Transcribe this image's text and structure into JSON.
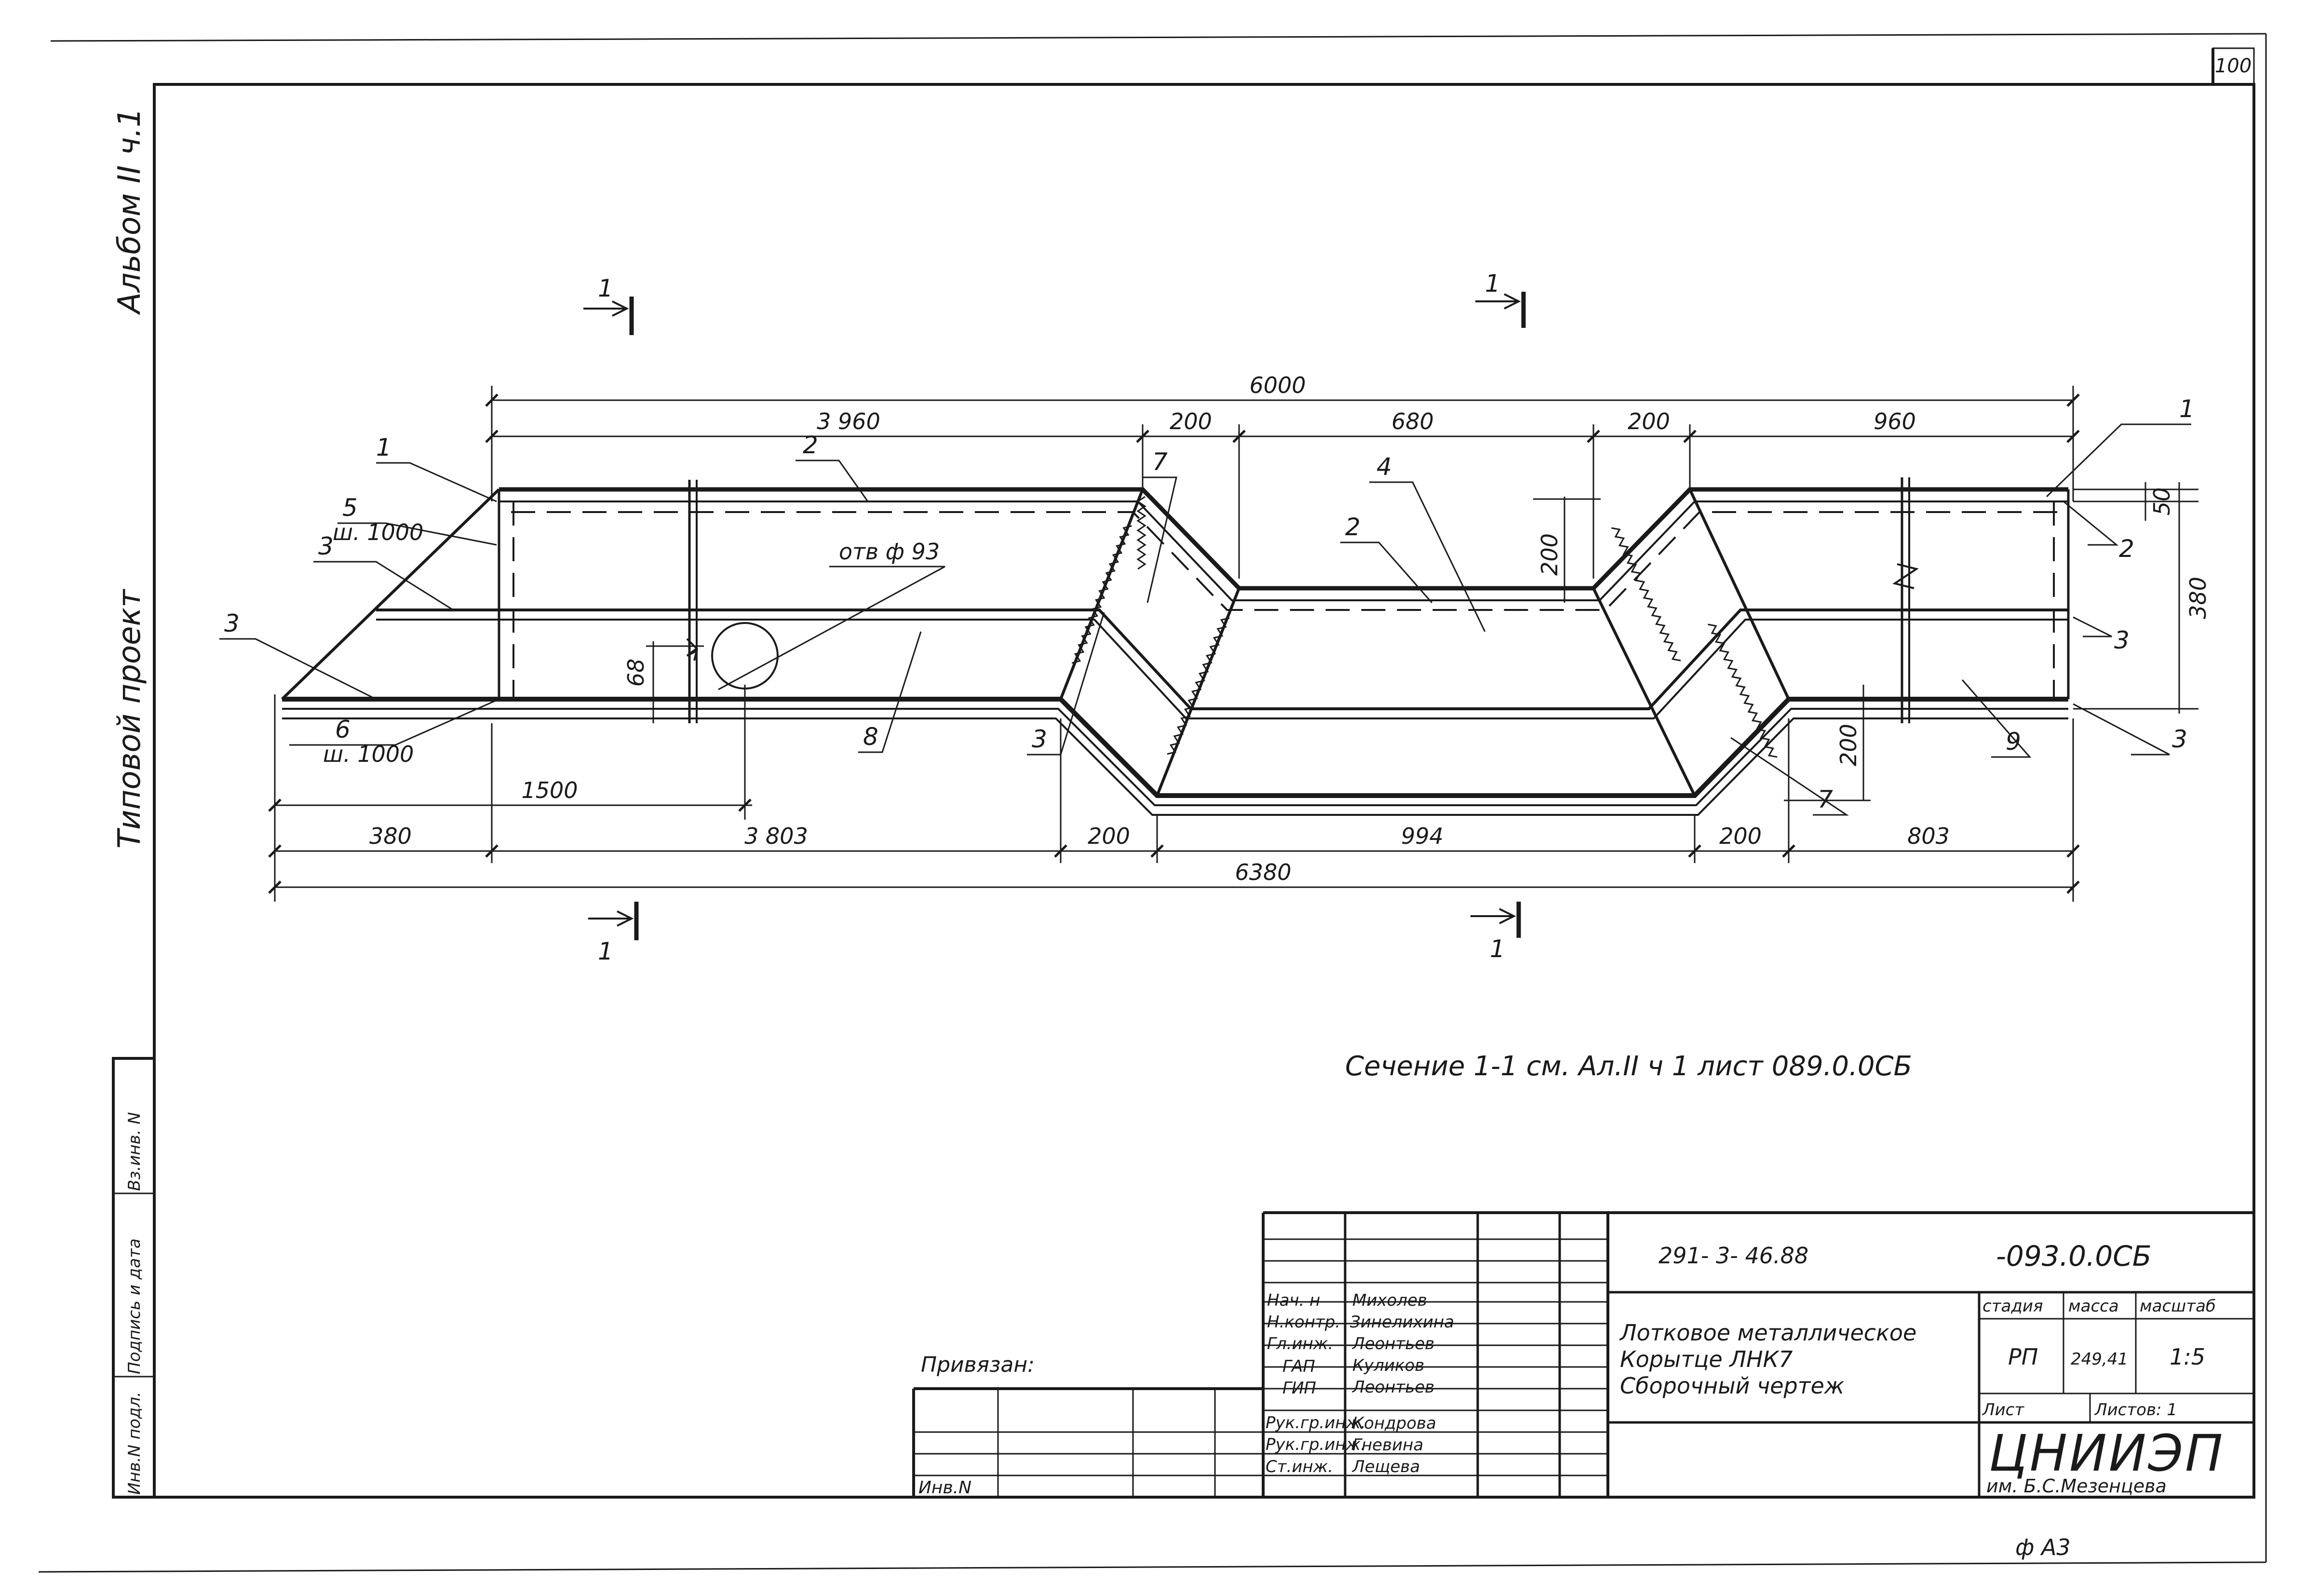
{
  "sheet": {
    "page_number": "100",
    "bottom_format": "ф A3"
  },
  "side_stamp": {
    "album": "Альбом II ч.1",
    "project": "Типовой проект",
    "cells": [
      "Инв.N подл.",
      "Подпись и дата",
      "Вз.инв. N"
    ]
  },
  "drawing": {
    "section_marks": [
      "1",
      "1",
      "1",
      "1"
    ],
    "top_dims": {
      "overall": "6000",
      "segments": [
        "3 960",
        "200",
        "680",
        "200",
        "960"
      ]
    },
    "bottom_dims": {
      "overall": "6380",
      "segments": [
        "380",
        "3 803",
        "200",
        "994",
        "200",
        "803"
      ],
      "offset": "1500"
    },
    "vertical_dims": [
      "200",
      "380",
      "50",
      "68",
      "200"
    ],
    "hole_note": "отв ф 93",
    "callouts": [
      "1",
      "2",
      "5",
      "ш. 1000",
      "3",
      "3",
      "6",
      "ш. 1000",
      "7",
      "4",
      "2",
      "8",
      "3",
      "1",
      "2",
      "3",
      "3",
      "9",
      "7"
    ],
    "section_note": "Сечение 1-1 см. Ал.II ч 1 лист 089.0.0СБ"
  },
  "title_block": {
    "doc_code": "291- 3- 46.88",
    "sheet_code": "-093.0.0СБ",
    "bound_label": "Привязан:",
    "inv_label": "Инв.N",
    "roles": [
      "Нач. н",
      "Н.контр.",
      "Гл.инж.",
      "ГАП",
      "ГИП",
      "Рук.гр.инж.",
      "Рук.гр.инж.",
      "Ст.инж."
    ],
    "names": [
      "Михолев",
      "Зинелихина",
      "Леонтьев",
      "Куликов",
      "Леонтьев",
      "Кондрова",
      "Гневина",
      "Лещева"
    ],
    "title_lines": [
      "Лотковое металлическое",
      "Корытце ЛНК7",
      "Сборочный чертеж"
    ],
    "headers": [
      "стадия",
      "масса",
      "масштаб"
    ],
    "values": [
      "РП",
      "249,41",
      "1:5"
    ],
    "sheet_label": "Лист",
    "sheets_label": "Листов: 1",
    "org": "ЦНИИЭП",
    "org_sub": "им. Б.С.Мезенцева"
  }
}
